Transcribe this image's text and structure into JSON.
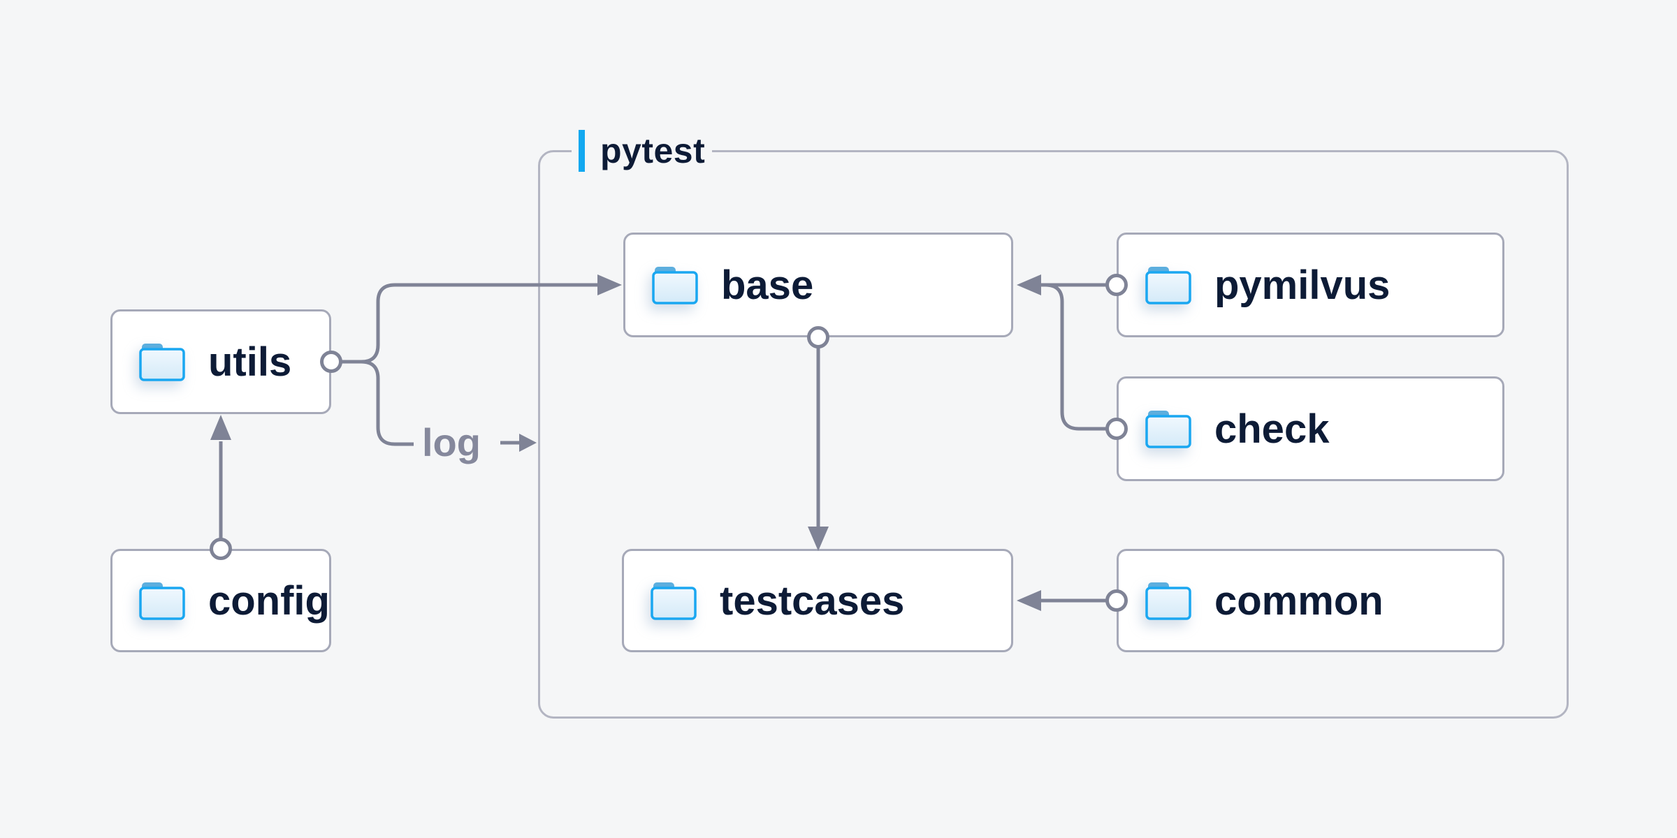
{
  "diagram": {
    "group": {
      "label": "pytest",
      "accent_color": "#12a8f0",
      "border_color": "#b3b5c2"
    },
    "nodes": [
      {
        "id": "utils",
        "label": "utils",
        "icon": "folder-icon",
        "inside_group": false
      },
      {
        "id": "config",
        "label": "config",
        "icon": "folder-icon",
        "inside_group": false
      },
      {
        "id": "base",
        "label": "base",
        "icon": "folder-icon",
        "inside_group": true
      },
      {
        "id": "pymilvus",
        "label": "pymilvus",
        "icon": "folder-icon",
        "inside_group": true
      },
      {
        "id": "check",
        "label": "check",
        "icon": "folder-icon",
        "inside_group": true
      },
      {
        "id": "testcases",
        "label": "testcases",
        "icon": "folder-icon",
        "inside_group": true
      },
      {
        "id": "common",
        "label": "common",
        "icon": "folder-icon",
        "inside_group": true
      }
    ],
    "edges": [
      {
        "from": "config",
        "to": "utils"
      },
      {
        "from": "utils",
        "to": "base"
      },
      {
        "from": "utils",
        "to": "pytest-group",
        "label": "log"
      },
      {
        "from": "base",
        "to": "testcases"
      },
      {
        "from": "pymilvus",
        "to": "base"
      },
      {
        "from": "check",
        "to": "base"
      },
      {
        "from": "common",
        "to": "testcases"
      }
    ],
    "colors": {
      "background": "#f5f6f7",
      "node_fill": "#ffffff",
      "node_border": "#a6a9b8",
      "wire": "#7f8396",
      "text": "#0d1b36",
      "folder_stroke": "#1aa7f1",
      "folder_tab": "#5caede"
    }
  }
}
